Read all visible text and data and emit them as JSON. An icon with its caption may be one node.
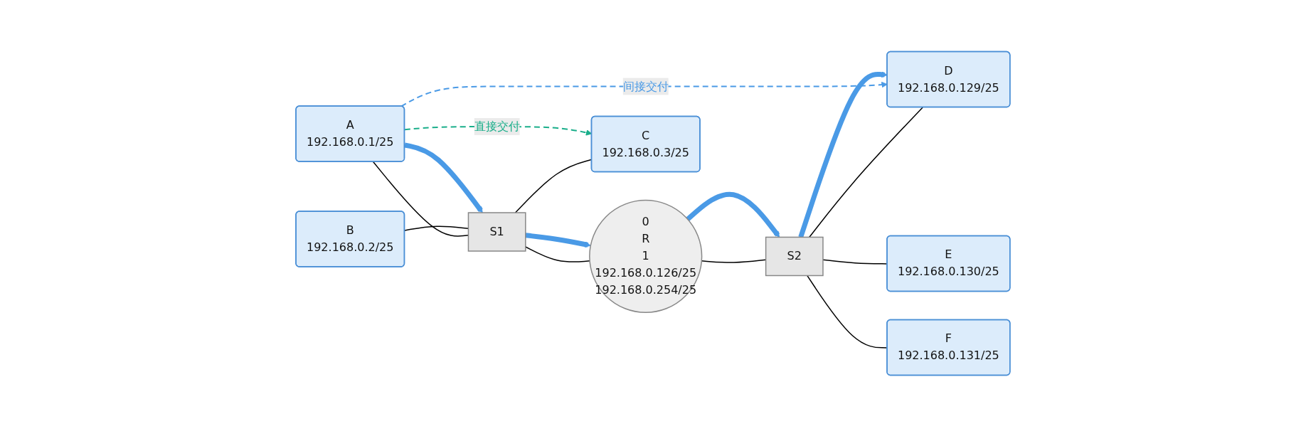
{
  "diagram": {
    "nodes": [
      {
        "text": [
          "A",
          "192.168.0.1/25"
        ]
      },
      {
        "text": [
          "D",
          "192.168.0.129/25"
        ]
      },
      {
        "text": [
          "B",
          "192.168.0.2/25"
        ]
      },
      {
        "text": [
          "S1"
        ]
      },
      {
        "text": [
          "0",
          "R",
          "1",
          "192.168.0.126/25",
          "192.168.0.254/25"
        ]
      },
      {
        "text": [
          "S2"
        ]
      },
      {
        "text": [
          "E",
          "192.168.0.130/25"
        ]
      },
      {
        "text": [
          "C",
          "192.168.0.3/25"
        ]
      },
      {
        "text": [
          "F",
          "192.168.0.131/25"
        ]
      }
    ],
    "edges": [
      {
        "from": 0,
        "to": 3,
        "arrow": "none"
      },
      {
        "from": 2,
        "to": 3,
        "arrow": "none"
      },
      {
        "from": 3,
        "to": 7,
        "arrow": "none"
      },
      {
        "from": 3,
        "to": 4,
        "arrow": "none"
      },
      {
        "from": 4,
        "to": 5,
        "arrow": "none"
      },
      {
        "from": 5,
        "to": 1,
        "arrow": "none"
      },
      {
        "from": 5,
        "to": 6,
        "arrow": "none"
      },
      {
        "from": 5,
        "to": 8,
        "arrow": "none"
      },
      {
        "from": 0,
        "to": 7,
        "arrow": "to",
        "label": "直接交付",
        "style": "dashed",
        "color": "#1aae8a"
      },
      {
        "from": 0,
        "to": 1,
        "arrow": "to",
        "label": "间接交付",
        "style": "dashed",
        "color": "#4a9ae6"
      },
      {
        "from": 0,
        "to": 3,
        "arrow": "to",
        "style": "thick",
        "color": "#4a9ae6"
      },
      {
        "from": 3,
        "to": 4,
        "arrow": "to",
        "style": "thick",
        "color": "#4a9ae6"
      },
      {
        "from": 4,
        "to": 5,
        "arrow": "to",
        "style": "thick",
        "color": "#4a9ae6"
      },
      {
        "from": 5,
        "to": 1,
        "arrow": "to",
        "style": "thick",
        "color": "#4a9ae6"
      }
    ]
  }
}
